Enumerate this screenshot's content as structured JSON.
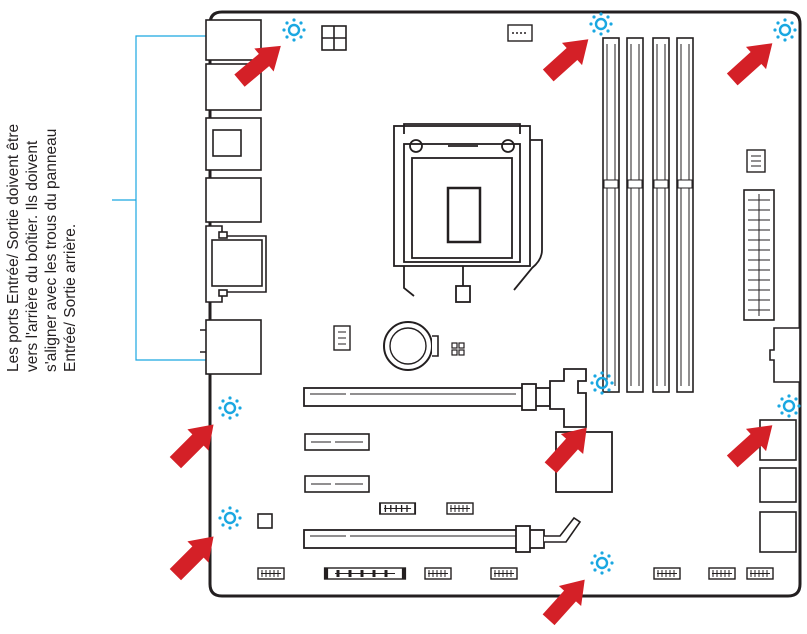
{
  "caption": {
    "lines": [
      "Les ports Entrée/ Sortie doivent être",
      "vers l'arrière du boîtier. Ils doivent",
      "s'aligner avec les trous du panneau",
      "Entrée/ Sortie arrière."
    ]
  },
  "colors": {
    "board_outline": "#231f20",
    "arrow": "#d42027",
    "mount_hole": "#1aa7e1",
    "bracket": "#1aa7e1"
  },
  "icons": {
    "mount_hole": "screw-hole-icon",
    "arrow": "red-arrow-icon"
  }
}
